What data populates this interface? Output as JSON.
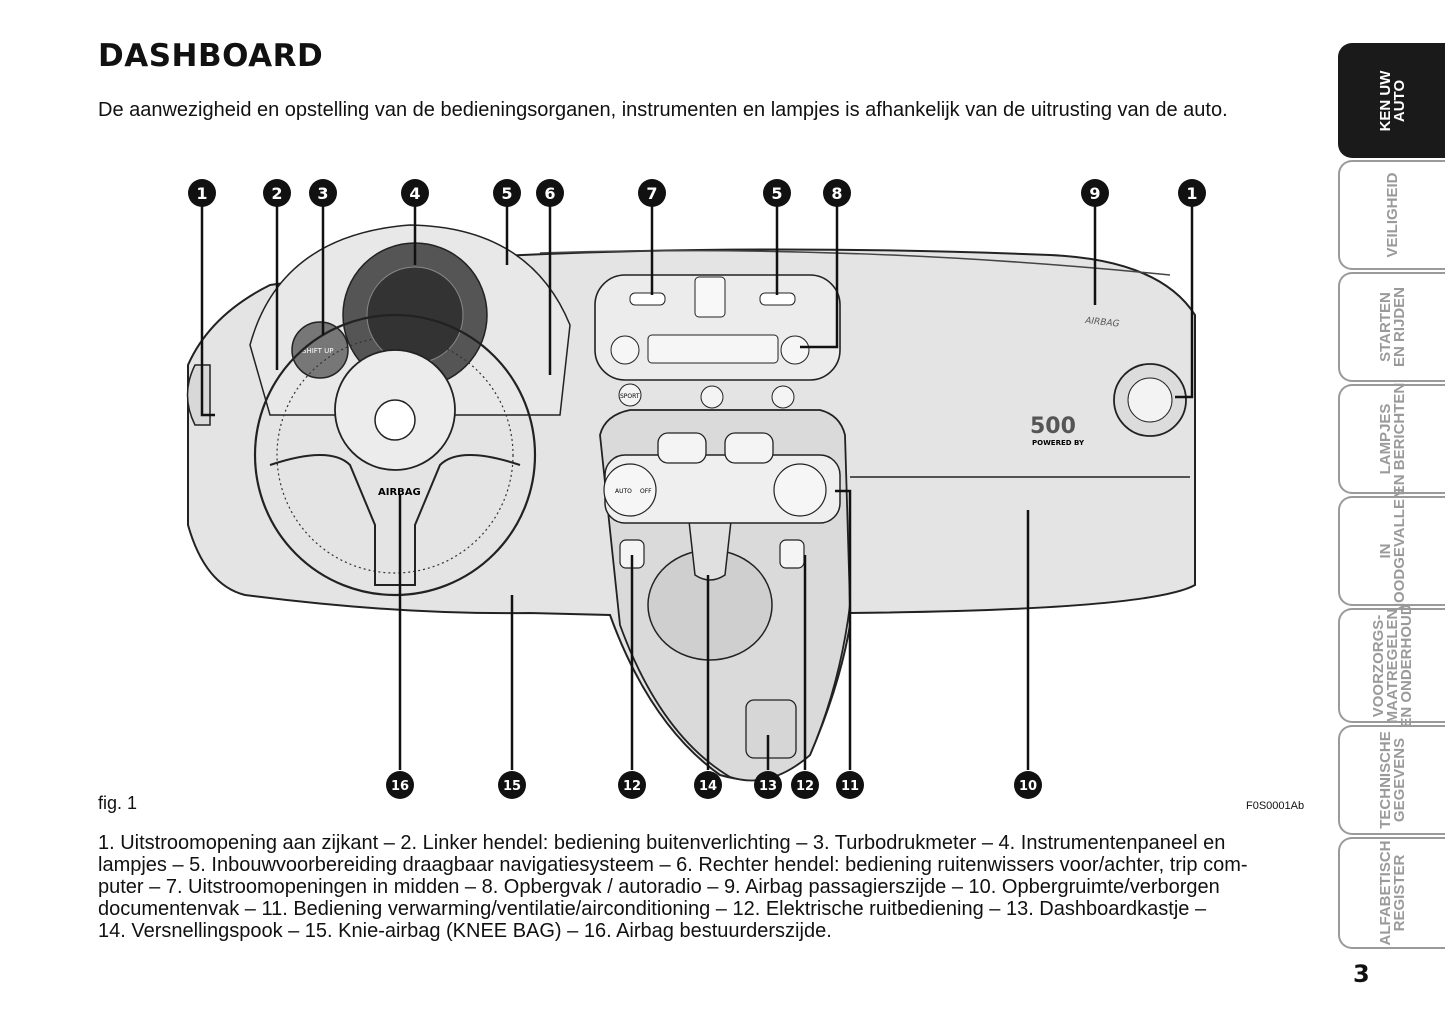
{
  "title": "DASHBOARD",
  "intro": "De aanwezigheid en opstelling van de bedieningsorganen, instrumenten en lampjes is afhankelijk van de uitrusting van de auto.",
  "figure": {
    "label": "fig. 1",
    "code": "F0S0001Ab",
    "callouts_top": [
      "1",
      "2",
      "3",
      "4",
      "5",
      "6",
      "7",
      "5",
      "8",
      "9",
      "1"
    ],
    "callouts_bottom": [
      "16",
      "15",
      "12",
      "14",
      "13",
      "12",
      "11",
      "10"
    ],
    "dash_texts": {
      "airbag_steering": "AIRBAG",
      "airbag_passenger": "AIRBAG",
      "powered_by": "POWERED BY",
      "logo_500": "500",
      "shift_up": "SHIFT UP",
      "sport": "SPORT",
      "auto": "AUTO",
      "off": "OFF"
    }
  },
  "caption_lines": [
    "1. Uitstroomopening aan zijkant – 2. Linker hendel: bediening buitenverlichting – 3. Turbodrukmeter – 4. Instrumentenpaneel en",
    "lampjes – 5. Inbouwvoorbereiding draagbaar navigatiesysteem – 6. Rechter hendel: bediening ruitenwissers voor/achter, trip com-",
    "puter – 7. Uitstroomopeningen in midden – 8. Opbergvak / autoradio – 9. Airbag passagierszijde – 10. Opbergruimte/verborgen",
    "documentenvak – 11. Bediening verwarming/ventilatie/airconditioning – 12. Elektrische ruitbediening – 13. Dashboardkastje –",
    "14. Versnellingspook – 15. Knie-airbag (KNEE BAG) – 16. Airbag bestuurderszijde."
  ],
  "tabs": [
    {
      "label": "KEN UW\nAUTO",
      "active": true
    },
    {
      "label": "VEILIGHEID",
      "active": false
    },
    {
      "label": "STARTEN\nEN RIJDEN",
      "active": false
    },
    {
      "label": "LAMPJES\nEN BERICHTEN",
      "active": false
    },
    {
      "label": "IN\nNOODGEVALLEN",
      "active": false
    },
    {
      "label": "VOORZORGS-\nMAATREGELEN\nEN ONDERHOUD",
      "active": false
    },
    {
      "label": "TECHNISCHE\nGEGEVENS",
      "active": false
    },
    {
      "label": "ALFABETISCH\nREGISTER",
      "active": false
    }
  ],
  "page_number": "3"
}
